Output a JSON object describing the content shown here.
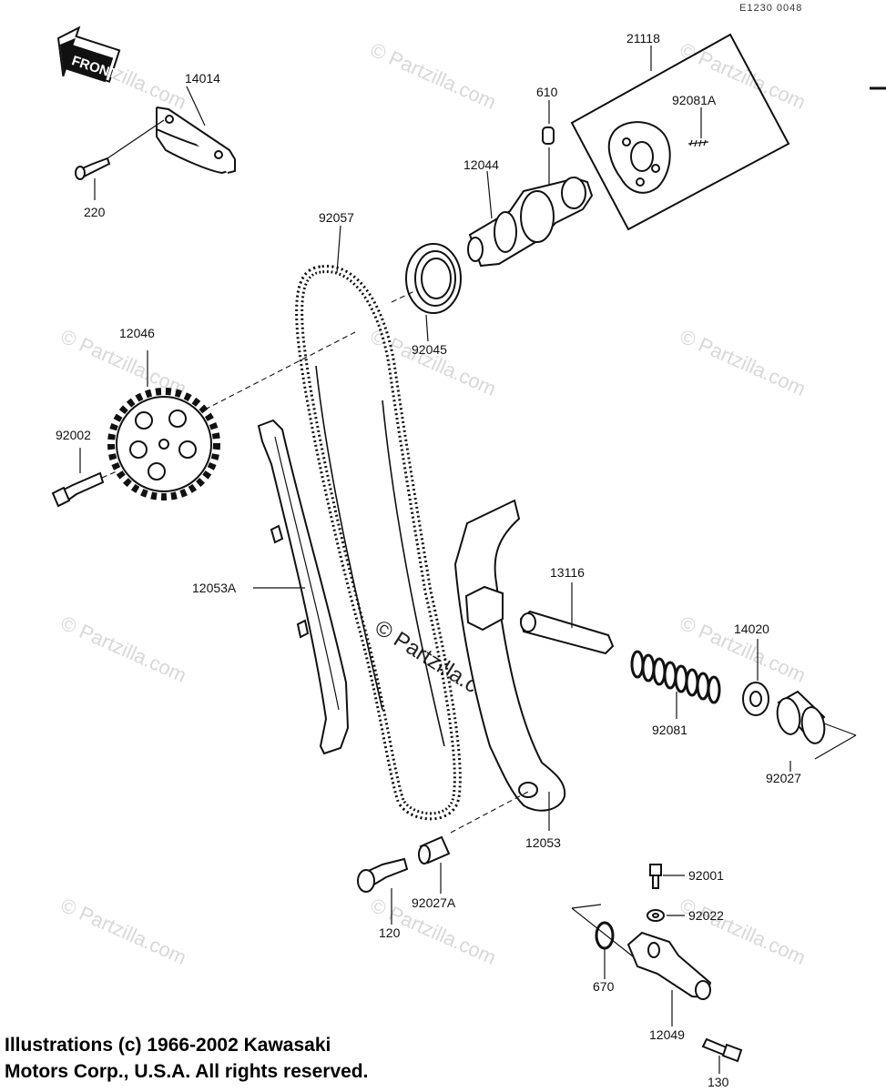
{
  "diagram": {
    "drawing_code": "E1230 0048",
    "front_label": "FRONT",
    "watermark": "© Partzilla.com",
    "part_numbers": {
      "p21118": "21118",
      "p610": "610",
      "p92081A": "92081A",
      "p14014": "14014",
      "p220": "220",
      "p12044": "12044",
      "p92057": "92057",
      "p92045": "92045",
      "p12046": "12046",
      "p92002": "92002",
      "p12053A": "12053A",
      "p13116": "13116",
      "p14020": "14020",
      "p92081": "92081",
      "p92027": "92027",
      "p12053": "12053",
      "p92001": "92001",
      "p120": "120",
      "p92027A": "92027A",
      "p92022": "92022",
      "p670": "670",
      "p12049": "12049",
      "p130": "130"
    }
  },
  "copyright": {
    "line1": "Illustrations (c) 1966-2002 Kawasaki",
    "line2": "Motors Corp., U.S.A.  All rights reserved."
  }
}
